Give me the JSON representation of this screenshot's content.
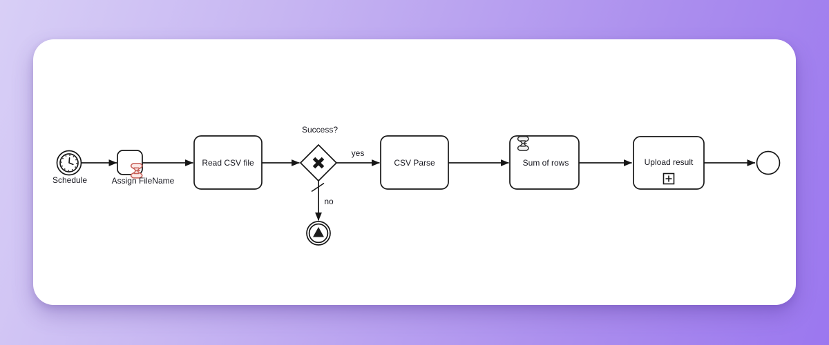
{
  "page": {
    "background_gradient_start": "#d8cff6",
    "background_gradient_end": "#9b77ef",
    "canvas_color": "#ffffff",
    "diagram_stroke_color": "#161616",
    "script_marker_color": "#c75f57"
  },
  "diagram": {
    "nodes": {
      "schedule_start": {
        "label": "Schedule",
        "type": "timer-start-event",
        "icon": "clock-icon"
      },
      "assign_filename": {
        "label": "Assign FileName",
        "type": "task",
        "icon": "script-icon"
      },
      "read_csv": {
        "label": "Read CSV file",
        "type": "task"
      },
      "success_gateway": {
        "label": "Success?",
        "type": "exclusive-gateway",
        "icon": "x-marker-icon"
      },
      "csv_parse": {
        "label": "CSV Parse",
        "type": "task"
      },
      "sum_of_rows": {
        "label": "Sum of rows",
        "type": "script-task",
        "icon": "script-icon"
      },
      "upload_result": {
        "label": "Upload result",
        "type": "collapsed-subprocess",
        "icon": "plus-marker-icon"
      },
      "signal_throw": {
        "type": "signal-intermediate-throw-event",
        "icon": "signal-triangle-icon"
      },
      "end_event": {
        "type": "end-event"
      }
    },
    "flows": {
      "yes_branch": {
        "label": "yes"
      },
      "no_branch": {
        "label": "no",
        "has_default_marker": true
      }
    }
  }
}
